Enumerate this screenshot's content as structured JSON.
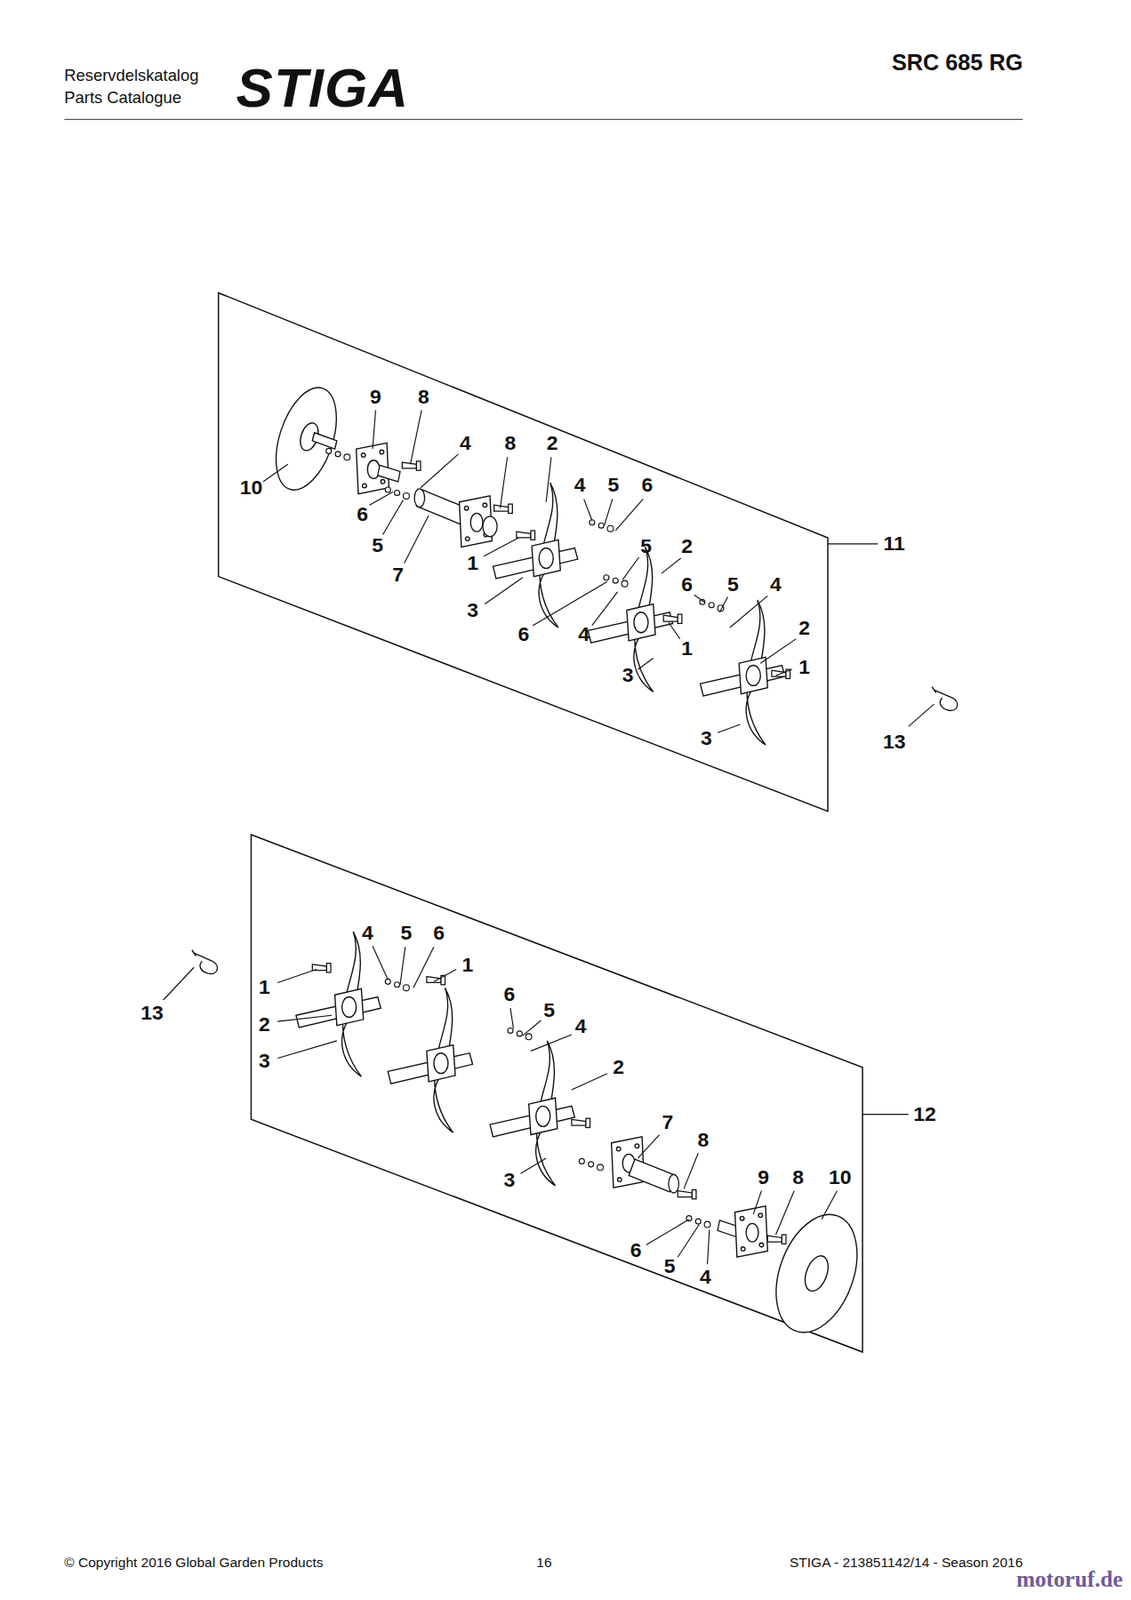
{
  "diagram": {
    "title": "SRC 685 RG",
    "labels": [
      "Reservdelskatalog",
      "Parts Catalogue",
      "STIGA",
      "9",
      "8",
      "4",
      "8",
      "2",
      "10",
      "4",
      "5",
      "6",
      "6",
      "5",
      "2",
      "11",
      "5",
      "1",
      "7",
      "6",
      "5",
      "4",
      "3",
      "2",
      "6",
      "4",
      "1",
      "1",
      "3",
      "3",
      "13",
      "4",
      "5",
      "6",
      "1",
      "1",
      "6",
      "13",
      "5",
      "2",
      "4",
      "2",
      "3",
      "7",
      "12",
      "8",
      "9",
      "8",
      "10",
      "3",
      "6",
      "5",
      "4",
      "© Copyright 2016 Global Garden Products",
      "16",
      "STIGA - 213851142/14 - Season 2016",
      "motoruf.de"
    ]
  }
}
